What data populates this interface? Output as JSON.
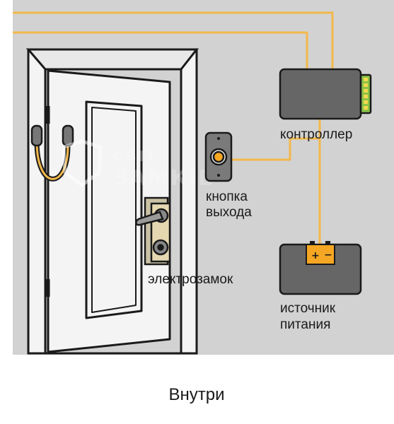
{
  "labels": {
    "controller": "контроллер",
    "exit_button_line1": "кнопка",
    "exit_button_line2": "выхода",
    "electric_lock": "электрозамок",
    "power_line1": "источник",
    "power_line2": "питания",
    "caption": "Внутри"
  },
  "watermark": {
    "line1": "СВІТ",
    "line2": "ЗАМКІВ"
  },
  "battery_symbols": {
    "plus": "+",
    "minus": "−"
  },
  "colors": {
    "wall": "#d2d2d2",
    "wire": "#f2b84b",
    "door": "#f4f4f4",
    "outline": "#1a1a1a",
    "device": "#666666",
    "accent": "#f5a623",
    "led": "#8bc34a"
  },
  "icons": [
    "door-icon",
    "door-closer-icon",
    "handle-icon",
    "exit-button-icon",
    "controller-icon",
    "battery-icon",
    "shield-watermark-icon"
  ]
}
